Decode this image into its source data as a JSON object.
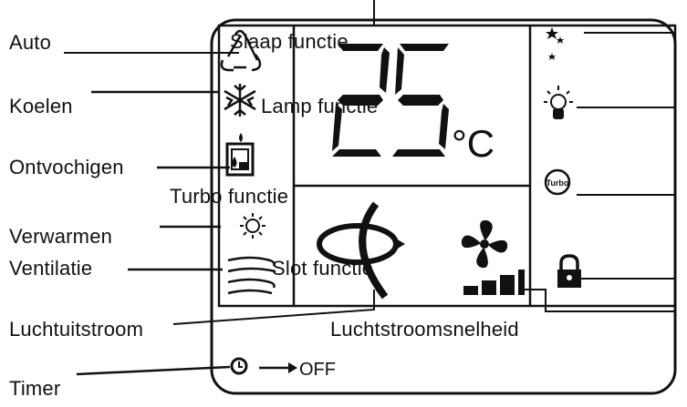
{
  "labels": {
    "auto": "Auto",
    "koelen": "Koelen",
    "ontvochigen": "Ontvochigen",
    "verwarmen": "Verwarmen",
    "ventilatie": "Ventilatie",
    "luchtuitstroom": "Luchtuitstroom",
    "timer": "Timer",
    "slaap": "Slaap functie",
    "lamp": "Lamp functie",
    "turbo": "Turbo functie",
    "slot": "Slot functie",
    "luchtstroomsnelheid": "Luchtstroomsnelheid"
  },
  "display": {
    "temperature": "25",
    "unit": "°C",
    "timer_text": "OFF",
    "turbo_badge": "Turbo"
  },
  "icons": {
    "auto": "recycle-triangle-icon",
    "koelen": "snowflake-icon",
    "ontvochigen": "water-drop-box-icon",
    "verwarmen": "sun-icon",
    "ventilatie": "wind-icon",
    "luchtuitstroom": "airflow-swing-icon",
    "fan": "fan-icon",
    "speed": "speed-bars-icon",
    "slaap": "moon-stars-icon",
    "lamp": "light-bulb-icon",
    "turbo": "turbo-badge-icon",
    "slot": "padlock-icon",
    "timer": "clock-icon"
  },
  "colors": {
    "ink": "#111111",
    "background": "#ffffff"
  }
}
